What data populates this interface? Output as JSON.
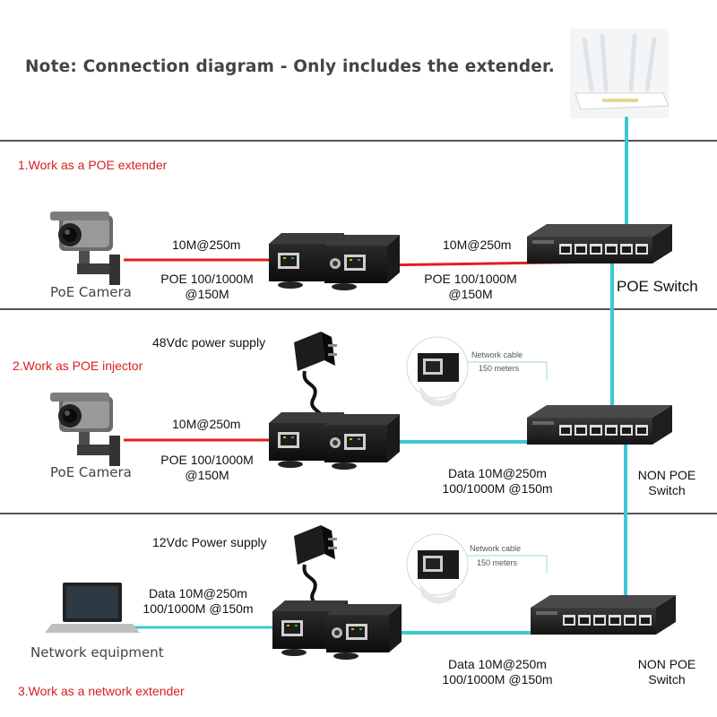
{
  "note": "Note: Connection diagram - Only includes the extender.",
  "sections": [
    {
      "title": "1.Work as a POE extender",
      "left_device": "PoE Camera",
      "left_top": "10M@250m",
      "left_bottom": [
        "POE 100/1000M",
        "@150M"
      ],
      "right_top": "10M@250m",
      "right_bottom": [
        "POE 100/1000M",
        "@150M"
      ],
      "switch_label": "POE Switch"
    },
    {
      "title": "2.Work as POE injector",
      "power_supply": "48Vdc power supply",
      "left_device": "PoE Camera",
      "left_top": "10M@250m",
      "left_bottom": [
        "POE 100/1000M",
        "@150M"
      ],
      "right_bottom": [
        "Data 10M@250m",
        "100/1000M @150m"
      ],
      "cable_label": [
        "Network cable",
        "150 meters"
      ],
      "switch_label": [
        "NON POE",
        "Switch"
      ]
    },
    {
      "title": "3.Work as a network extender",
      "power_supply": "12Vdc Power supply",
      "left_device": "Network equipment",
      "left_top": [
        "Data 10M@250m",
        "100/1000M @150m"
      ],
      "right_bottom": [
        "Data 10M@250m",
        "100/1000M @150m"
      ],
      "cable_label": [
        "Network cable",
        "150 meters"
      ],
      "switch_label": [
        "NON POE",
        "Switch"
      ]
    }
  ],
  "colors": {
    "poe_line": "#e02020",
    "uplink": "#3cc8d4",
    "section_title": "#d81e1e"
  }
}
